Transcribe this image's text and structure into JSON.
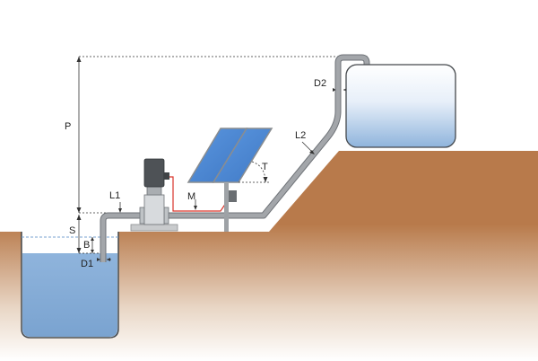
{
  "labels": {
    "P": "P",
    "S": "S",
    "B": "B",
    "D1": "D1",
    "D2": "D2",
    "L1": "L1",
    "L2": "L2",
    "M": "M",
    "T": "T"
  },
  "colors": {
    "soil": "#b87a4b",
    "water": "#8fb4dc",
    "water_light": "#e4eef9",
    "pipe": "#a3a6aa",
    "pipe_edge": "#6f7378",
    "panel": "#4a86d3",
    "cable": "#d9342b",
    "pump_body": "#4e5256",
    "pump_casing": "#d7dadd"
  }
}
